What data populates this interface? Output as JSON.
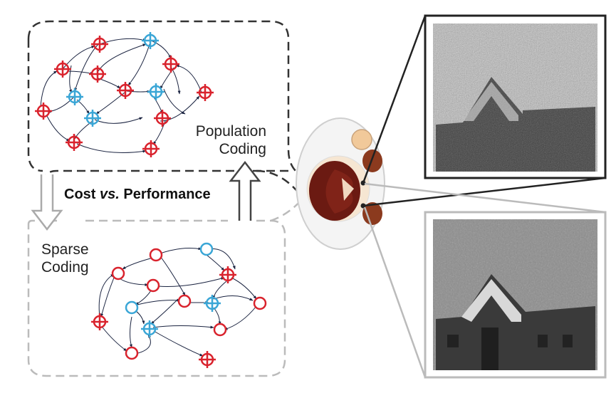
{
  "labels": {
    "population": [
      "Population",
      "Coding"
    ],
    "sparse": [
      "Sparse",
      "Coding"
    ],
    "cost_a": "Cost",
    "cost_vs": "vs.",
    "cost_b": "Performance"
  },
  "colors": {
    "red": "#d9232d",
    "blue": "#3aa6d6",
    "dark_dash": "#333333",
    "light_dash": "#bbbbbb",
    "edge": "#1a2340"
  }
}
